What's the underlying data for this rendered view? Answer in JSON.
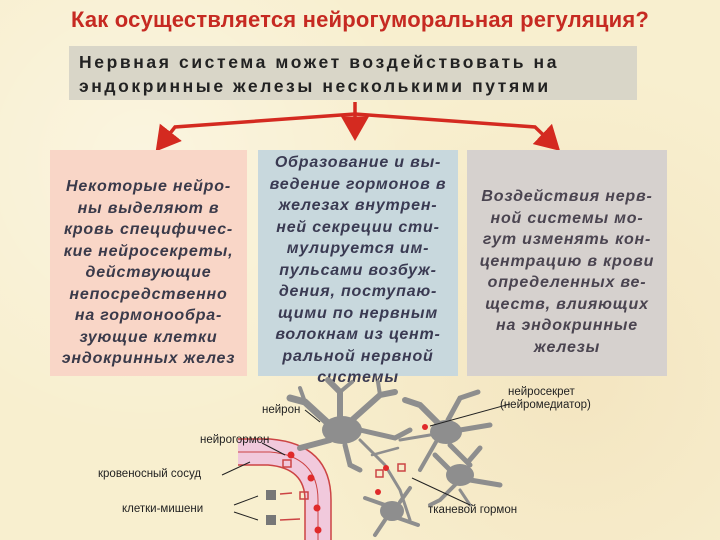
{
  "title": "Как осуществляется нейрогуморальная регуляция?",
  "subtitle": [
    "Нервная система может воздействовать на",
    "эндокринные железы несколькими путями"
  ],
  "boxes": [
    {
      "lines": [
        "Некоторые нейро-",
        "ны выделяют в",
        "кровь специфичес-",
        "кие нейросекреты,",
        "действующие",
        "непосредственно",
        "на гормонообра-",
        "зующие клетки",
        "эндокринных желез"
      ]
    },
    {
      "lines": [
        "Образование и вы-",
        "ведение гормонов в",
        "железах внутрен-",
        "ней секреции сти-",
        "мулируется им-",
        "пульсами возбуж-",
        "дения, поступаю-",
        "щими по нервным",
        "волокнам из цент-",
        "ральной нервной",
        "системы"
      ]
    },
    {
      "lines": [
        "Воздействия нерв-",
        "ной системы мо-",
        "гут изменять кон-",
        "центрацию в крови",
        "определенных ве-",
        "ществ, влияющих",
        "на эндокринные",
        "железы"
      ]
    }
  ],
  "diagram_labels": {
    "neuron": "нейрон",
    "neurohormone": "нейрогормон",
    "blood_vessel": "кровеносный сосуд",
    "target_cells": "клетки-мишени",
    "neurosecret": "нейросекрет",
    "neuromediator": "(нейромедиатор)",
    "tissue_hormone": "тканевой гормон"
  },
  "colors": {
    "title": "#c62a22",
    "arrows": "#d42a20",
    "box1_bg": "#f9d6c7",
    "box2_bg": "#c8d8dd",
    "box3_bg": "#d6d1ce",
    "subtitle_bg": "#d9d6c8",
    "neuron": "#8e8e8e",
    "vessel": "#f1c9dc"
  }
}
